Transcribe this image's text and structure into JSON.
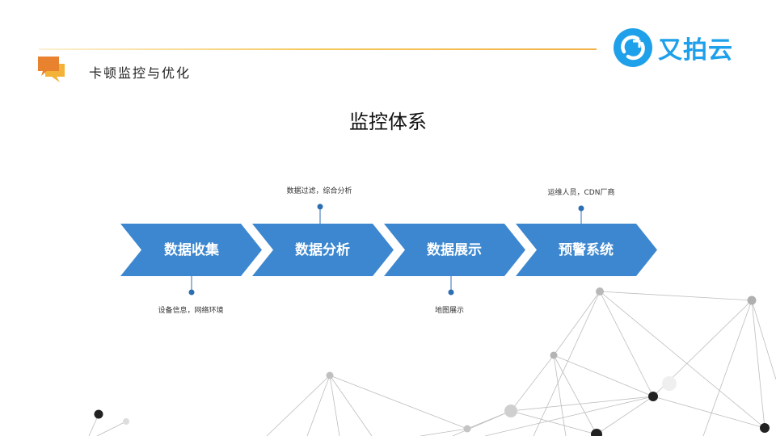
{
  "header": {
    "section_title": "卡顿监控与优化",
    "brand_name": "又拍云"
  },
  "slide": {
    "title": "监控体系"
  },
  "flow": {
    "steps": [
      {
        "label": "数据收集",
        "note": "设备信息，网络环境",
        "note_position": "below"
      },
      {
        "label": "数据分析",
        "note": "数据过滤，综合分析",
        "note_position": "above"
      },
      {
        "label": "数据展示",
        "note": "地图展示",
        "note_position": "below"
      },
      {
        "label": "预警系统",
        "note": "运维人员，CDN厂商",
        "note_position": "above"
      }
    ]
  },
  "colors": {
    "chevron": "#3c87cf",
    "accent_line": "#f5c85a",
    "icon_orange": "#e8822e",
    "brand_blue": "#1ea0ea"
  }
}
